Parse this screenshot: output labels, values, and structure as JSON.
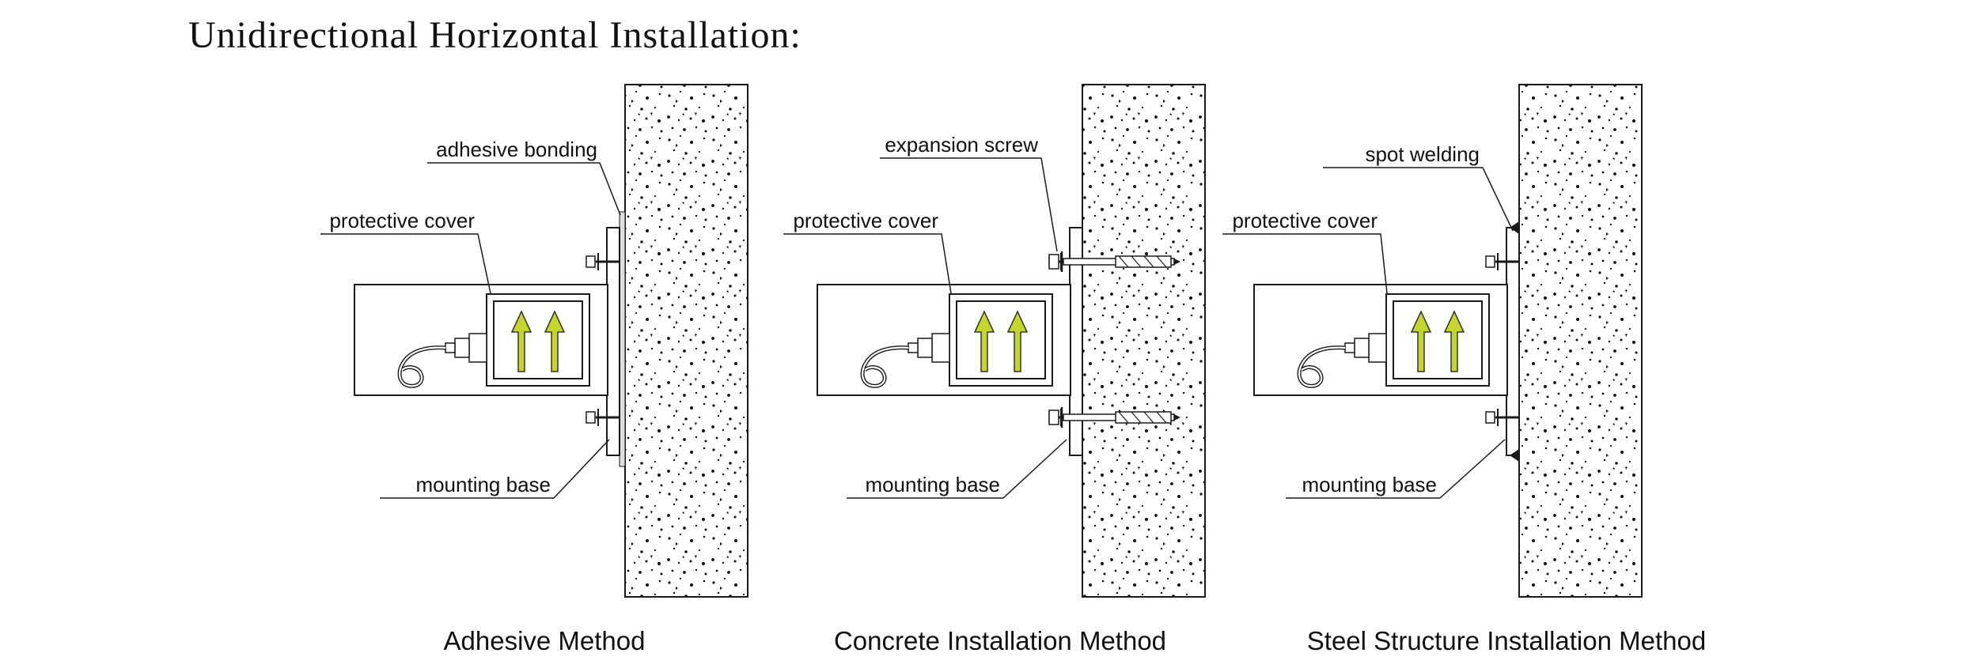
{
  "title": "Unidirectional Horizontal Installation:",
  "diagrams": [
    {
      "caption": "Adhesive Method",
      "labels": {
        "top": "adhesive bonding",
        "middle": "protective cover",
        "bottom": "mounting base"
      }
    },
    {
      "caption": "Concrete Installation Method",
      "labels": {
        "top": "expansion screw",
        "middle": "protective cover",
        "bottom": "mounting base"
      }
    },
    {
      "caption": "Steel Structure Installation Method",
      "labels": {
        "top": "spot welding",
        "middle": "protective cover",
        "bottom": "mounting base"
      }
    }
  ],
  "colors": {
    "line": "#1a1a1a",
    "arrow": "#c3d62c",
    "background": "#ffffff"
  }
}
